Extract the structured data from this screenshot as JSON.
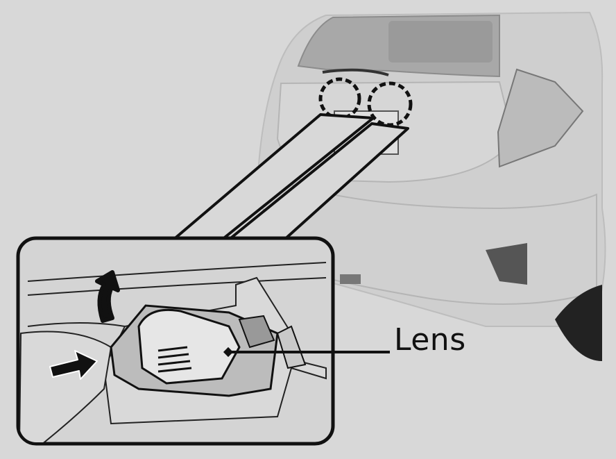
{
  "labels": {
    "lens": "Lens"
  },
  "colors": {
    "background": "#d8d8d8",
    "car_body": "#c9c9c9",
    "outline": "#111111",
    "inset_fill": "#d4d4d4"
  },
  "icons": {
    "highlight_marker": "dashed-circle",
    "removal_arrow": "curved-arrow",
    "push_arrow": "straight-arrow"
  }
}
